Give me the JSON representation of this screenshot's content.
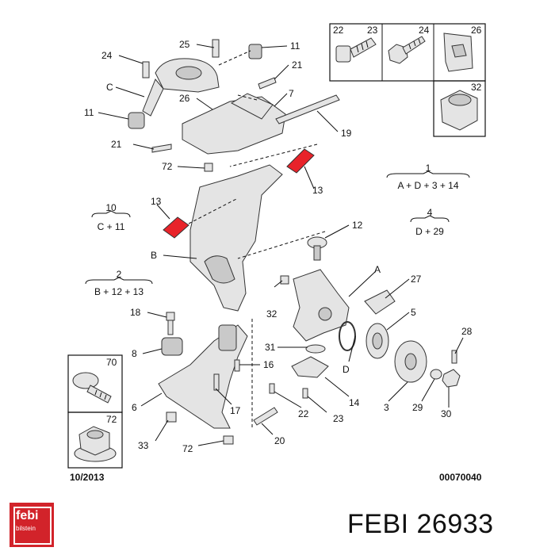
{
  "labels": {
    "l25": "25",
    "l11a": "11",
    "l24a": "24",
    "l21a": "21",
    "lC": "C",
    "l7": "7",
    "l26a": "26",
    "l11b": "11",
    "l19": "19",
    "l21b": "21",
    "l72a": "72",
    "l13a": "13",
    "l13b": "13",
    "lB": "B",
    "l12": "12",
    "lA": "A",
    "l27": "27",
    "l32a": "32",
    "l5": "5",
    "l18": "18",
    "l31": "31",
    "l28": "28",
    "l8": "8",
    "l16": "16",
    "lD": "D",
    "l14": "14",
    "l6": "6",
    "l17": "17",
    "l22a": "22",
    "l23a": "23",
    "l3": "3",
    "l29": "29",
    "l30": "30",
    "l20": "20",
    "l33": "33",
    "l72b": "72"
  },
  "formulas": {
    "f1": {
      "num": "1",
      "expr": "A + D + 3 + 14"
    },
    "f4": {
      "num": "4",
      "expr": "D + 29"
    },
    "f10": {
      "num": "10",
      "expr": "C + 11"
    },
    "f2": {
      "num": "2",
      "expr": "B + 12 + 13"
    }
  },
  "inset_top": {
    "c22": "22",
    "c23": "23",
    "c24": "24",
    "c26": "26",
    "c32": "32"
  },
  "inset_left": {
    "c70": "70",
    "c72": "72"
  },
  "footer": {
    "date": "10/2013",
    "code": "00070040"
  },
  "brand": {
    "logo_text": "febi",
    "logo_sub": "bilstein",
    "part_number": "FEBI 26933",
    "logo_color": "#d2232a"
  }
}
